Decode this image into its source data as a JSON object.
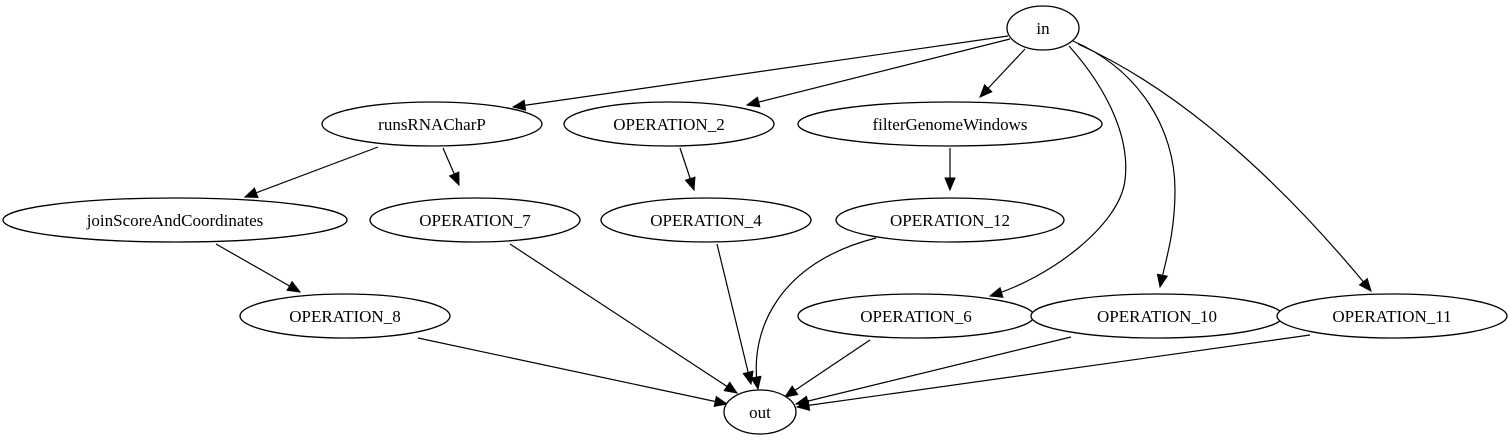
{
  "diagram": {
    "type": "directed-graph",
    "nodes": [
      {
        "id": "in",
        "label": "in"
      },
      {
        "id": "runsRNACharP",
        "label": "runsRNACharP"
      },
      {
        "id": "OPERATION_2",
        "label": "OPERATION_2"
      },
      {
        "id": "filterGenomeWindows",
        "label": "filterGenomeWindows"
      },
      {
        "id": "joinScoreAndCoordinates",
        "label": "joinScoreAndCoordinates"
      },
      {
        "id": "OPERATION_7",
        "label": "OPERATION_7"
      },
      {
        "id": "OPERATION_4",
        "label": "OPERATION_4"
      },
      {
        "id": "OPERATION_12",
        "label": "OPERATION_12"
      },
      {
        "id": "OPERATION_8",
        "label": "OPERATION_8"
      },
      {
        "id": "OPERATION_6",
        "label": "OPERATION_6"
      },
      {
        "id": "OPERATION_10",
        "label": "OPERATION_10"
      },
      {
        "id": "OPERATION_11",
        "label": "OPERATION_11"
      },
      {
        "id": "out",
        "label": "out"
      }
    ],
    "edges": [
      {
        "from": "in",
        "to": "runsRNACharP"
      },
      {
        "from": "in",
        "to": "OPERATION_2"
      },
      {
        "from": "in",
        "to": "filterGenomeWindows"
      },
      {
        "from": "in",
        "to": "OPERATION_6"
      },
      {
        "from": "in",
        "to": "OPERATION_10"
      },
      {
        "from": "in",
        "to": "OPERATION_11"
      },
      {
        "from": "runsRNACharP",
        "to": "joinScoreAndCoordinates"
      },
      {
        "from": "runsRNACharP",
        "to": "OPERATION_7"
      },
      {
        "from": "OPERATION_2",
        "to": "OPERATION_4"
      },
      {
        "from": "filterGenomeWindows",
        "to": "OPERATION_12"
      },
      {
        "from": "joinScoreAndCoordinates",
        "to": "OPERATION_8"
      },
      {
        "from": "OPERATION_7",
        "to": "out"
      },
      {
        "from": "OPERATION_4",
        "to": "out"
      },
      {
        "from": "OPERATION_12",
        "to": "out"
      },
      {
        "from": "OPERATION_8",
        "to": "out"
      },
      {
        "from": "OPERATION_6",
        "to": "out"
      },
      {
        "from": "OPERATION_10",
        "to": "out"
      },
      {
        "from": "OPERATION_11",
        "to": "out"
      }
    ]
  }
}
